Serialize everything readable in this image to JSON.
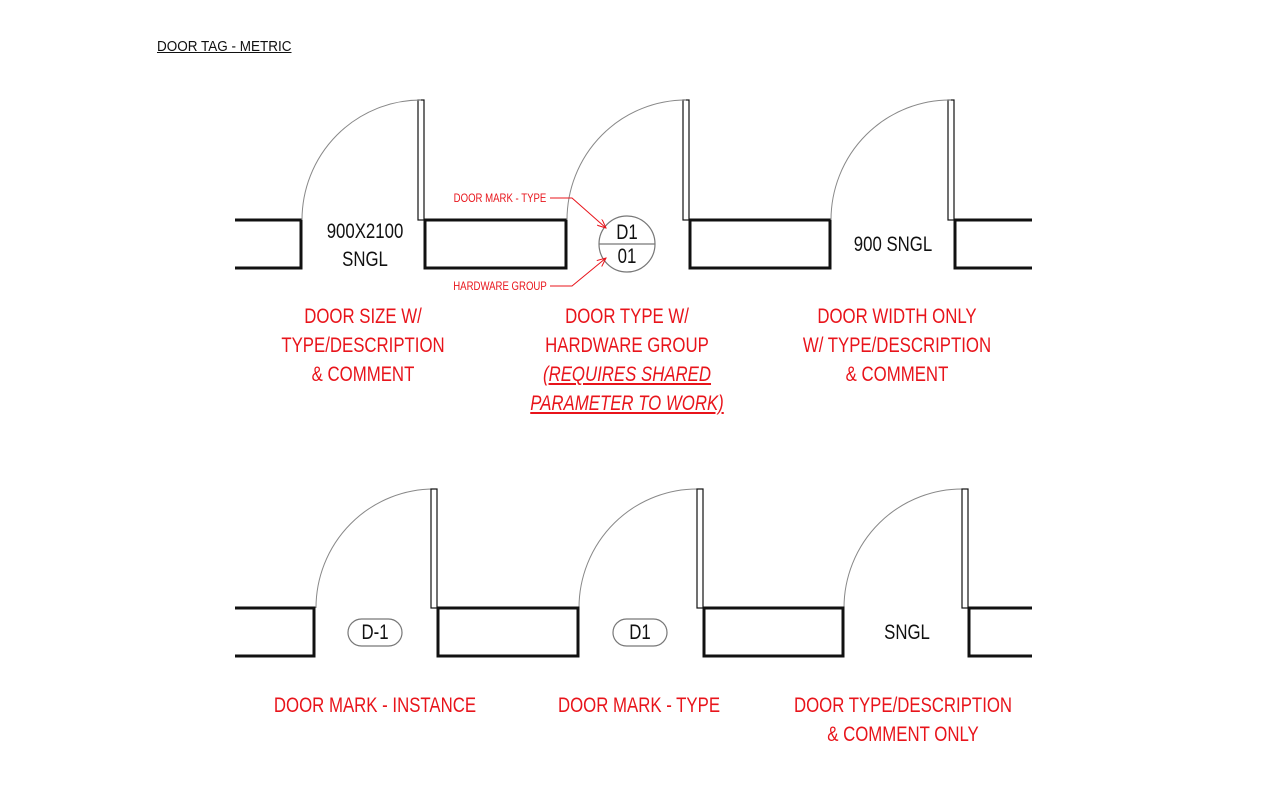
{
  "title": "DOOR TAG - METRIC",
  "top_row": {
    "tag1": {
      "line1": "900X2100",
      "line2": "SNGL",
      "caption": [
        "DOOR SIZE W/",
        "TYPE/DESCRIPTION",
        "& COMMENT"
      ]
    },
    "tag2": {
      "mark": "D1",
      "hardware": "01",
      "leader_top": "DOOR MARK - TYPE",
      "leader_bottom": "HARDWARE GROUP",
      "caption": [
        "DOOR TYPE W/",
        "HARDWARE GROUP"
      ],
      "note": [
        "(REQUIRES SHARED",
        "PARAMETER TO WORK)"
      ]
    },
    "tag3": {
      "text": "900 SNGL",
      "caption": [
        "DOOR WIDTH ONLY",
        "W/ TYPE/DESCRIPTION",
        "& COMMENT"
      ]
    }
  },
  "bottom_row": {
    "tag1": {
      "text": "D-1",
      "caption": [
        "DOOR MARK - INSTANCE"
      ]
    },
    "tag2": {
      "text": "D1",
      "caption": [
        "DOOR MARK - TYPE"
      ]
    },
    "tag3": {
      "text": "SNGL",
      "caption": [
        "DOOR TYPE/DESCRIPTION",
        "& COMMENT ONLY"
      ]
    }
  },
  "colors": {
    "annotation": "#e8141b",
    "linework": "#111111"
  }
}
